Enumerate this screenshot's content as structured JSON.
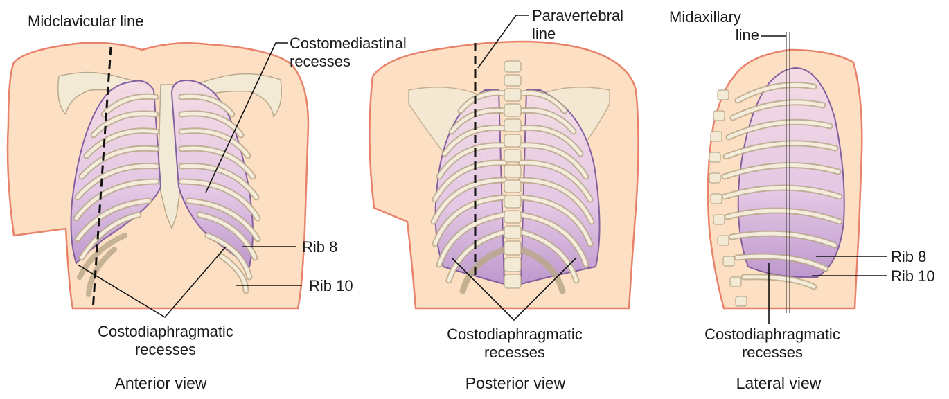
{
  "anterior": {
    "midclavicular_line": "Midclavicular line",
    "costomediastinal_1": "Costomediastinal",
    "costomediastinal_2": "recesses",
    "rib8": "Rib 8",
    "rib10": "Rib 10",
    "costodiaphragmatic_1": "Costodiaphragmatic",
    "costodiaphragmatic_2": "recesses",
    "caption": "Anterior view"
  },
  "posterior": {
    "paravertebral_1": "Paravertebral",
    "paravertebral_2": "line",
    "costodiaphragmatic_1": "Costodiaphragmatic",
    "costodiaphragmatic_2": "recesses",
    "caption": "Posterior view"
  },
  "lateral": {
    "midaxillary_1": "Midaxillary",
    "midaxillary_2": "line",
    "rib8": "Rib 8",
    "rib10": "Rib 10",
    "costodiaphragmatic_1": "Costodiaphragmatic",
    "costodiaphragmatic_2": "recesses",
    "caption": "Lateral view"
  },
  "colors": {
    "skin": "#fde0c4",
    "skin_outline": "#e8826a",
    "bone": "#f3ead6",
    "bone_outline": "#b9a98a",
    "lung": "#e3c9e6",
    "lung_dark": "#9b74b8",
    "lung_outline": "#7a559b"
  }
}
